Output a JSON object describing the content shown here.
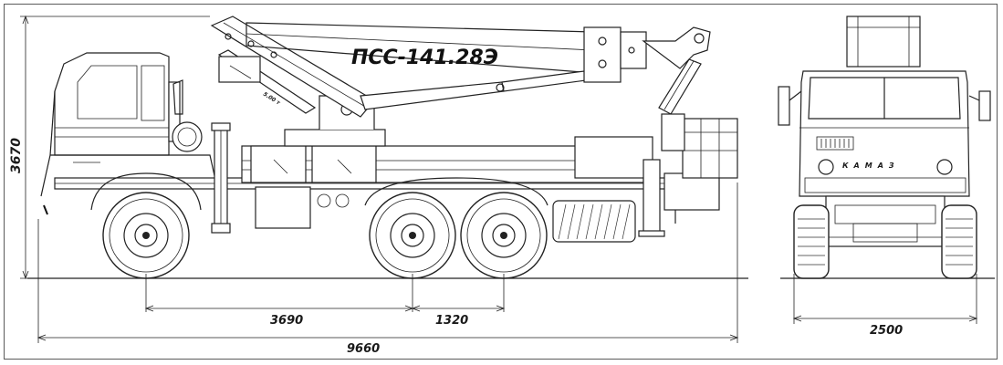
{
  "title": "ПСС-141.28Э",
  "dimensions": {
    "height": "3670",
    "wheelbase_front": "3690",
    "wheelbase_rear": "1320",
    "overall_length": "9660",
    "width": "2500"
  },
  "cab_badge": "КАМАЗ",
  "boom_label": "5.00 т"
}
